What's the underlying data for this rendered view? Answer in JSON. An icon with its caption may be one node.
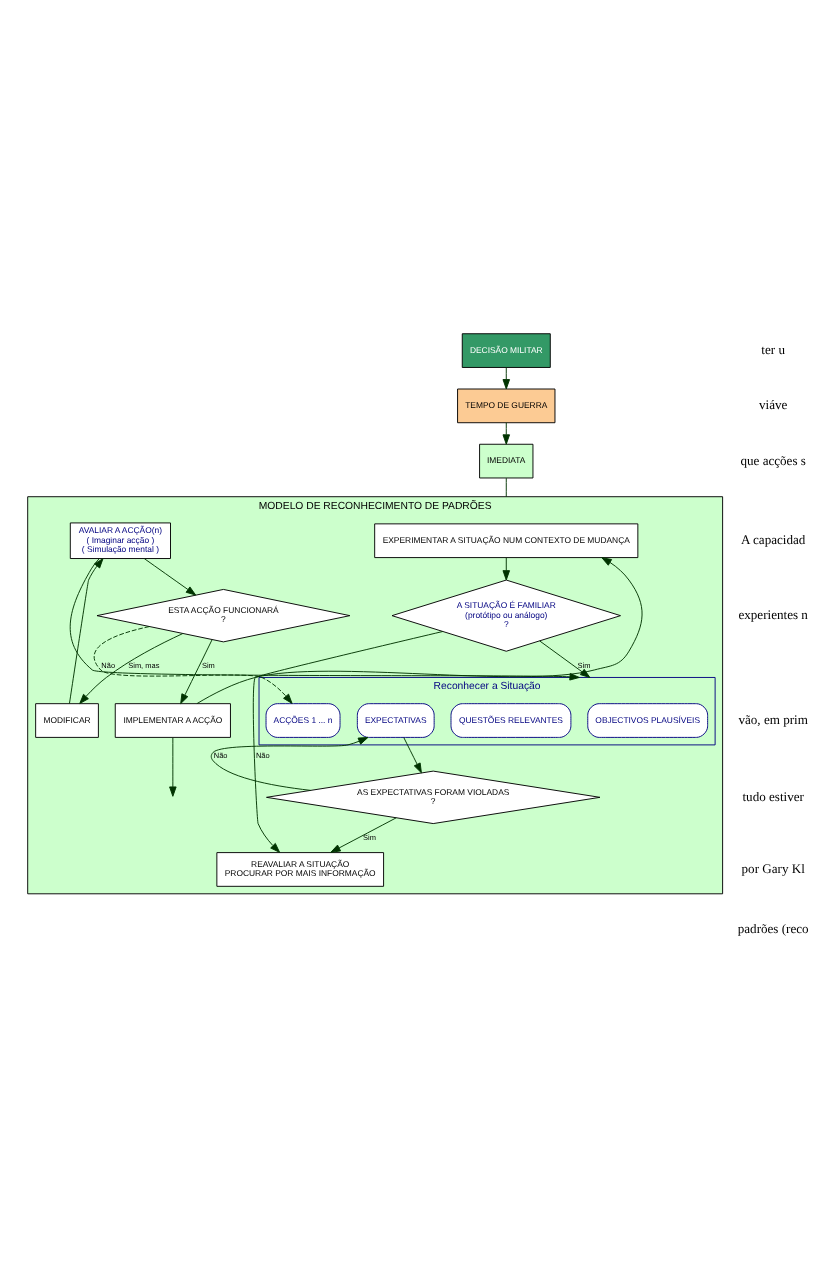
{
  "diagram": {
    "nodes": [
      {
        "text": [
          "DECISÃO MILITAR"
        ]
      },
      {
        "text": [
          "TEMPO DE GUERRA"
        ]
      },
      {
        "text": [
          "IMEDIATA"
        ]
      },
      {
        "text": [
          "MODELO DE RECONHECIMENTO DE PADRÕES"
        ]
      },
      {
        "text": [
          "EXPERIMENTAR A SITUAÇÃO NUM CONTEXTO DE MUDANÇA"
        ],
        "in": 3
      },
      {
        "text": [
          "A SITUAÇÃO É FAMILIAR",
          "(protótipo ou análogo)",
          "?"
        ],
        "in": 3
      },
      {
        "text": [
          "REAVALIAR A SITUAÇÃO",
          "PROCURAR POR MAIS INFORMAÇÃO"
        ],
        "in": 3
      },
      {
        "text": [
          "Reconhecer a Situação"
        ],
        "in": 3
      },
      {
        "text": [
          "OBJECTIVOS PLAUSÍVEIS"
        ],
        "in": 7
      },
      {
        "text": [
          "QUESTÕES RELEVANTES"
        ],
        "in": 7
      },
      {
        "text": [
          "EXPECTATIVAS"
        ],
        "in": 7
      },
      {
        "text": [
          "ACÇÕES 1 ... n"
        ],
        "in": 7
      },
      {
        "text": [
          "AS EXPECTATIVAS FORAM VIOLADAS",
          "?"
        ],
        "in": 3
      },
      {
        "text": [
          "AVALIAR A ACÇÃO(n)",
          "( Imaginar acção )",
          "( Simulação mental )"
        ],
        "in": 3
      },
      {
        "text": [
          "ESTA ACÇÃO FUNCIONARÁ",
          "?"
        ],
        "in": 3
      },
      {
        "text": [
          "MODIFICAR"
        ],
        "in": 3
      },
      {
        "text": [
          "IMPLEMENTAR A ACÇÃO"
        ],
        "in": 3
      }
    ],
    "edges": [
      {
        "from": 0,
        "to": 1,
        "arrow": "to"
      },
      {
        "from": 1,
        "to": 2,
        "arrow": "to"
      },
      {
        "from": 2,
        "to": 3,
        "arrow": "none"
      },
      {
        "from": 4,
        "to": 5,
        "arrow": "to"
      },
      {
        "from": 5,
        "to": 6,
        "arrow": "to",
        "label": "Não"
      },
      {
        "from": 5,
        "to": 7,
        "arrow": "to",
        "label": "Sim"
      },
      {
        "from": 12,
        "to": 6,
        "arrow": "to",
        "label": "Sim"
      },
      {
        "from": 10,
        "to": 12,
        "arrow": "to"
      },
      {
        "from": 12,
        "to": 10,
        "arrow": "to",
        "label": "Não"
      },
      {
        "from": 13,
        "to": 7,
        "arrow": "to"
      },
      {
        "from": 13,
        "to": 14,
        "arrow": "to"
      },
      {
        "from": 14,
        "to": 15,
        "arrow": "to",
        "label": "Sim, mas"
      },
      {
        "from": 15,
        "to": 13,
        "arrow": "to"
      },
      {
        "from": 14,
        "to": 16,
        "arrow": "to",
        "label": "Sim"
      },
      {
        "from": 14,
        "to": 11,
        "arrow": "to",
        "label": "Não",
        "style": "dashed"
      },
      {
        "from": 16,
        "to": 4,
        "arrow": "to"
      },
      {
        "from": 16,
        "to": null,
        "arrow": "to"
      }
    ],
    "labels": [
      "ter u",
      "viáve",
      "que acções s",
      "A capacidad",
      "experientes n",
      "vão, em prim",
      "tudo estiver",
      "por Gary Kl",
      "padrões (reco"
    ]
  }
}
